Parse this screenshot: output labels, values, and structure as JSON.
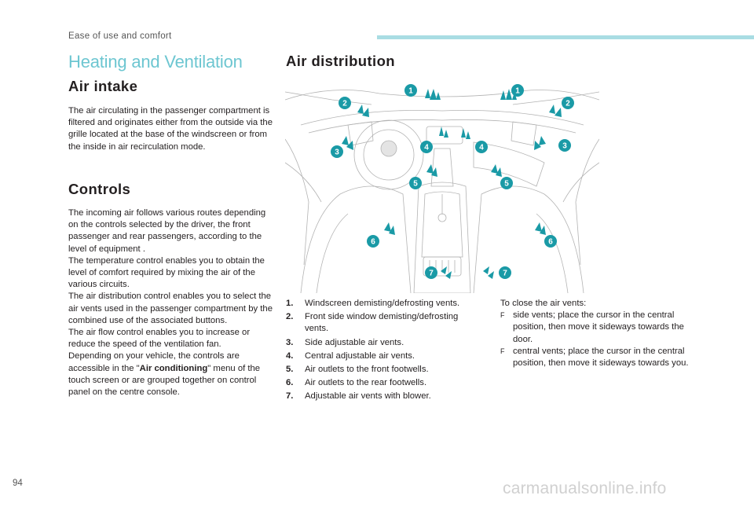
{
  "header": {
    "section": "Ease of use and comfort"
  },
  "title": "Heating and Ventilation",
  "air_intake": {
    "heading": "Air intake",
    "text": "The air circulating in the passenger compartment is filtered and originates either from the outside via the grille located at the base of the windscreen or from the inside in air recirculation mode."
  },
  "controls": {
    "heading": "Controls",
    "p1": "The incoming air follows various routes depending on the controls selected by the driver, the front passenger and rear passengers, according to the level of equipment .",
    "p2": "The temperature control enables you to obtain the level of comfort required by mixing the air of the various circuits.",
    "p3": "The air distribution control enables you to select the air vents used in the passenger compartment by the combined use of the associated buttons.",
    "p4": "The air flow control enables you to increase or reduce the speed of the ventilation fan.",
    "p5_before": "Depending on your vehicle, the controls are accessible in the \"",
    "p5_bold": "Air conditioning",
    "p5_after": "\" menu of the touch screen or are grouped together on control panel on the centre console."
  },
  "air_distribution": {
    "heading": "Air distribution",
    "items": [
      {
        "num": "1.",
        "text": "Windscreen demisting/defrosting vents."
      },
      {
        "num": "2.",
        "text": "Front side window demisting/defrosting vents."
      },
      {
        "num": "3.",
        "text": "Side adjustable air vents."
      },
      {
        "num": "4.",
        "text": "Central adjustable air vents."
      },
      {
        "num": "5.",
        "text": "Air outlets to the front footwells."
      },
      {
        "num": "6.",
        "text": "Air outlets to the rear footwells."
      },
      {
        "num": "7.",
        "text": "Adjustable air vents with blower."
      }
    ]
  },
  "figure": {
    "labels": [
      "1",
      "1",
      "2",
      "2",
      "3",
      "3",
      "4",
      "4",
      "5",
      "5",
      "6",
      "6",
      "7",
      "7"
    ],
    "accent": "#1a9aa6"
  },
  "close_vents": {
    "intro": "To close the air vents:",
    "bullet_mark": "F",
    "bullets": [
      "side vents; place the cursor in the central position, then move it sideways towards the door.",
      "central vents; place the cursor in the central position, then move it sideways towards you."
    ]
  },
  "footer": {
    "page_number": "94",
    "watermark": "carmanualsonline.info"
  }
}
